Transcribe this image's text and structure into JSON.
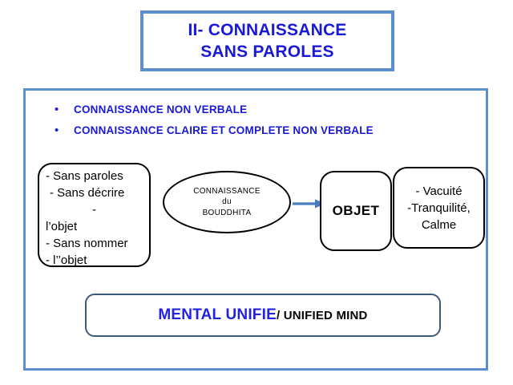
{
  "slide": {
    "title": {
      "line1": "II- CONNAISSANCE",
      "line2": "SANS PAROLES"
    },
    "bullets": [
      {
        "marker": "•",
        "text": "CONNAISSANCE NON VERBALE"
      },
      {
        "marker": "•",
        "text": "CONNAISSANCE CLAIRE ET COMPLETE NON VERBALE"
      }
    ],
    "left_box": {
      "lines": [
        "- Sans paroles",
        "-  Sans décrire",
        "-",
        "l’objet",
        "- Sans nommer",
        "-           l’’objet"
      ]
    },
    "oval": {
      "line1": "CONNAISSANCE",
      "line2": "du",
      "line3": "BOUDDHITA"
    },
    "arrow": {
      "name": "arrow-right",
      "color": "#4a7cc0"
    },
    "objet_box": {
      "label": "OBJET"
    },
    "right_box": {
      "lines": [
        "- Vacuité",
        "-Tranquilité,",
        "Calme"
      ]
    },
    "bottom_box": {
      "french": "MENTAL UNIFIE",
      "english": "/ UNIFIED MIND"
    },
    "colors": {
      "title_text": "#1a1ad6",
      "title_border": "#5b8fd0",
      "frame_border": "#5b8fd0",
      "bullet_text": "#1a1ad6",
      "shape_border": "#000000",
      "bottom_border": "#3b5b7d",
      "bottom_french": "#2222e0",
      "bottom_english": "#000000",
      "arrow": "#4a7cc0",
      "background": "#ffffff"
    }
  }
}
